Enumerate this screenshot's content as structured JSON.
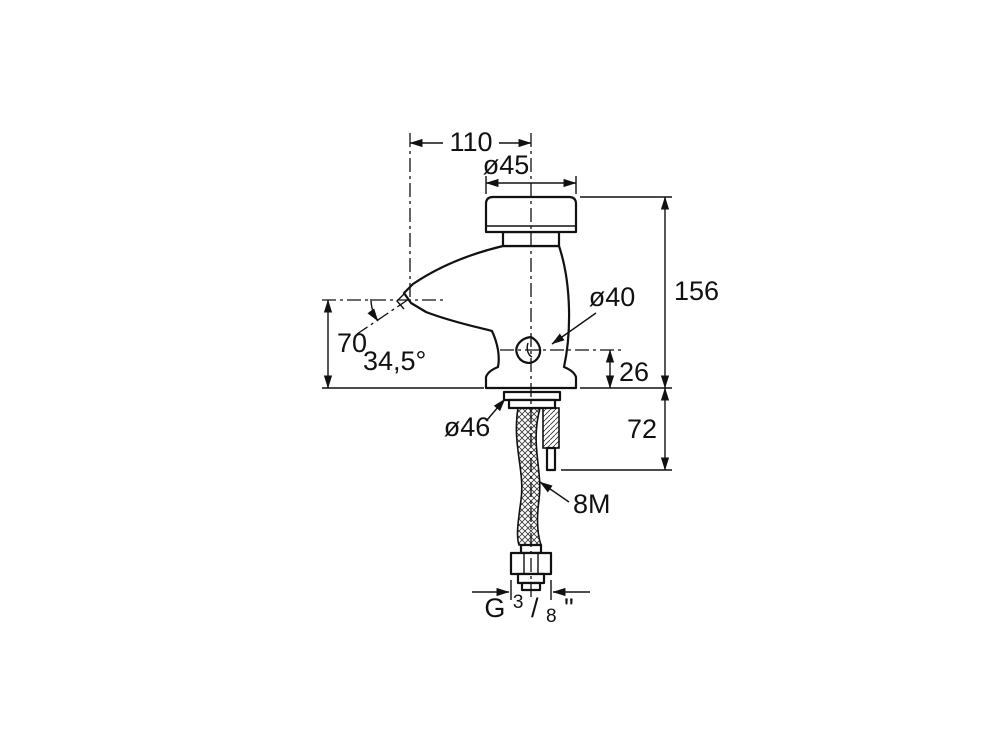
{
  "colors": {
    "background": "#ffffff",
    "ink": "#111111"
  },
  "labels": {
    "spout_reach": "110",
    "head_diameter": "ø45",
    "height_above_deck": "156",
    "body_diameter": "ø40",
    "outlet_height": "70",
    "spout_angle": "34,5°",
    "outlet_to_deck": "26",
    "base_diameter": "ø46",
    "below_deck_depth": "72",
    "stud_thread": "8M",
    "hose_thread_prefix": "G",
    "hose_thread_numerator": "3",
    "hose_thread_slash": "/",
    "hose_thread_denominator": "8",
    "hose_thread_suffix": "\""
  }
}
